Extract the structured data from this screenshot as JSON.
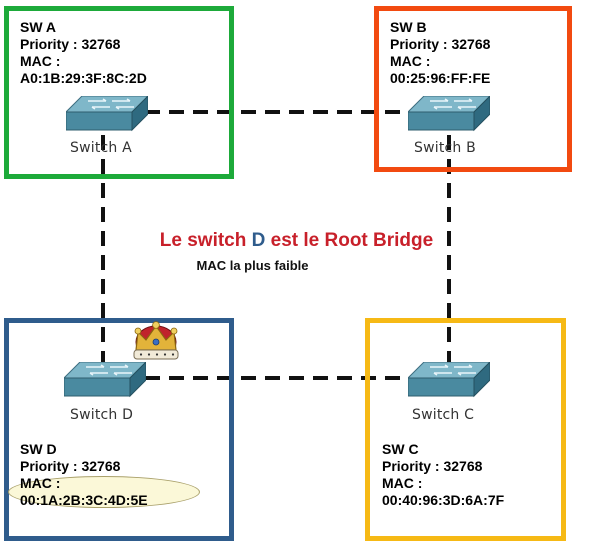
{
  "switches": {
    "a": {
      "label": "Switch A",
      "name": "SW A",
      "priority": "Priority : 32768",
      "mac_label": "MAC :",
      "mac": "A0:1B:29:3F:8C:2D",
      "color": "#1daa3a"
    },
    "b": {
      "label": "Switch B",
      "name": "SW B",
      "priority": "Priority : 32768",
      "mac_label": "MAC :",
      "mac": "00:25:96:FF:FE",
      "color": "#f24a10"
    },
    "c": {
      "label": "Switch C",
      "name": "SW C",
      "priority": "Priority : 32768",
      "mac_label": "MAC :",
      "mac": "00:40:96:3D:6A:7F",
      "color": "#f6b915"
    },
    "d": {
      "label": "Switch D",
      "name": "SW D",
      "priority": "Priority : 32768",
      "mac_label": "MAC :",
      "mac": "00:1A:2B:3C:4D:5E",
      "color": "#2f5c8c"
    }
  },
  "title": {
    "part1": "Le switch ",
    "part2": "D",
    "part3": " est le Root Bridge",
    "color_red": "#c8202a",
    "color_blue": "#2f5c8c"
  },
  "subtitle": "MAC la plus faible",
  "icons": {
    "switch": "network-switch-icon",
    "crown": "crown-icon"
  }
}
